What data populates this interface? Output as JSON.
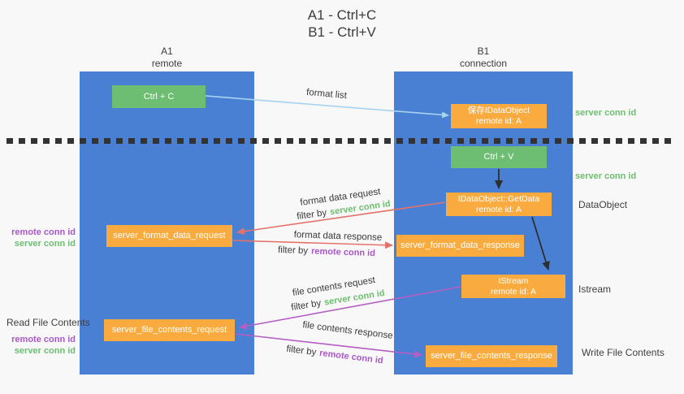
{
  "title": {
    "line1": "A1 - Ctrl+C",
    "line2": "B1 - Ctrl+V"
  },
  "lifelines": {
    "a1": {
      "name": "A1",
      "role": "remote"
    },
    "b1": {
      "name": "B1",
      "role": "connection"
    }
  },
  "boxes": {
    "ctrl_c": {
      "label": "Ctrl + C"
    },
    "save_dataobject": {
      "line1": "保存IDataObject",
      "line2": "remote id: A"
    },
    "ctrl_v": {
      "label": "Ctrl + V"
    },
    "getdata": {
      "line1": "IDataObject::GetData",
      "line2": "remote id: A"
    },
    "format_request": {
      "label": "server_format_data_request"
    },
    "format_response": {
      "label": "server_format_data_response"
    },
    "istream": {
      "line1": "IStream",
      "line2": "remote id: A"
    },
    "file_request": {
      "label": "server_file_contents_request"
    },
    "file_response": {
      "label": "server_file_contents_response"
    }
  },
  "flows": {
    "format_list": {
      "label": "format list"
    },
    "format_request": {
      "label": "format data request",
      "filter_prefix": "filter by",
      "filter_key": "server conn id"
    },
    "format_response": {
      "label": "format data response",
      "filter_prefix": "filter by",
      "filter_key": "remote conn id"
    },
    "file_request": {
      "label": "file contents request",
      "filter_prefix": "filter by",
      "filter_key": "server conn id"
    },
    "file_response": {
      "label": "file contents response",
      "filter_prefix": "filter by",
      "filter_key": "remote conn id"
    }
  },
  "annotations": {
    "server_conn_top": "server conn id",
    "server_conn_mid": "server conn id",
    "dataobject": "DataObject",
    "istream": "Istream",
    "write_file_contents": "Write File Contents",
    "read_file_contents": "Read File Contents",
    "format_remote_conn": "remote conn id",
    "format_server_conn": "server conn id",
    "file_remote_conn": "remote conn id",
    "file_server_conn": "server conn id"
  },
  "colors": {
    "lifeline_blue": "#4a80d4",
    "action_green": "#6dbe73",
    "message_orange": "#f9ab40",
    "arrow_blue": "#a8d2f0",
    "arrow_red": "#e4726a",
    "arrow_magenta": "#b55ec4",
    "arrow_black": "#2e2e2e",
    "text_green": "#6cbf6e",
    "text_purple": "#a957c8",
    "text_dark": "#3c3c3c"
  }
}
